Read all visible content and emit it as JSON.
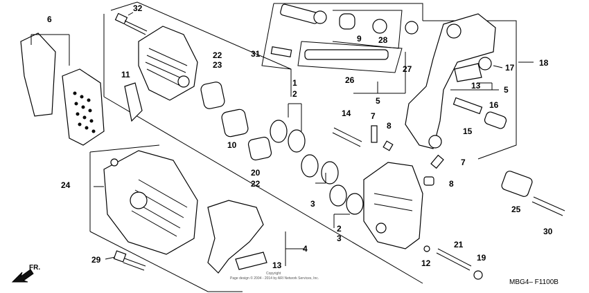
{
  "diagram": {
    "code": "MBG4– F1100B",
    "direction_label": "FR.",
    "copyright": "Copyright",
    "copyright_detail": "Page design © 2004 - 2014 by ARI Network Services, Inc.",
    "callouts": {
      "c1": "1",
      "c2a": "2",
      "c2b": "2",
      "c3a": "3",
      "c3b": "3",
      "c4": "4",
      "c5a": "5",
      "c5b": "5",
      "c6": "6",
      "c7a": "7",
      "c7b": "7",
      "c8a": "8",
      "c8b": "8",
      "c9": "9",
      "c10": "10",
      "c11": "11",
      "c12": "12",
      "c13a": "13",
      "c13b": "13",
      "c14": "14",
      "c15": "15",
      "c16": "16",
      "c17": "17",
      "c18": "18",
      "c19": "19",
      "c20": "20",
      "c21": "21",
      "c22a": "22",
      "c22b": "22",
      "c23": "23",
      "c24": "24",
      "c25": "25",
      "c26": "26",
      "c27": "27",
      "c28": "28",
      "c29": "29",
      "c30": "30",
      "c31": "31",
      "c32": "32"
    }
  }
}
